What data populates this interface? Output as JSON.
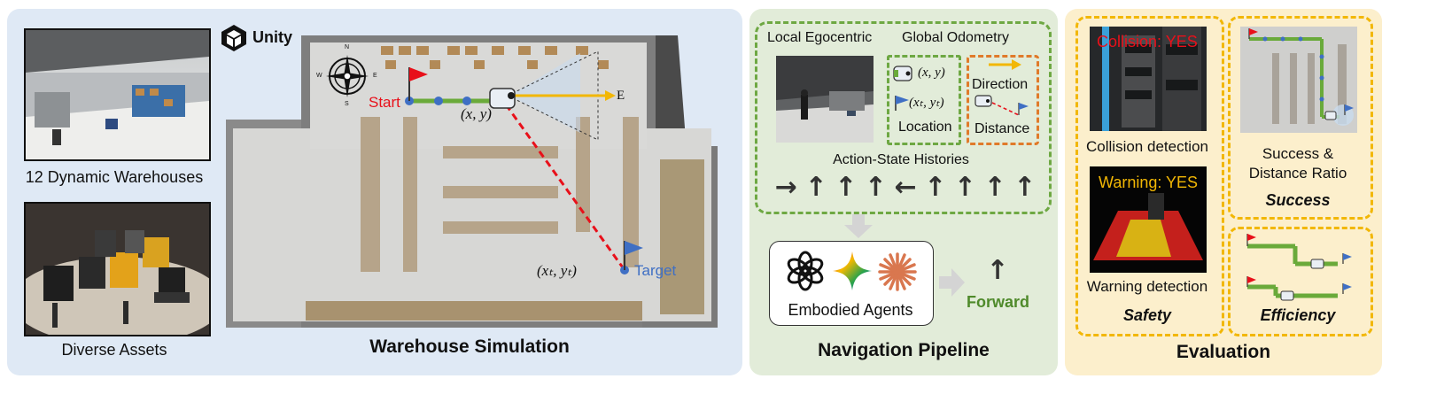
{
  "panels": {
    "simulation": {
      "bg": "#dfe9f5",
      "title": "Warehouse Simulation",
      "photo1_caption": "12 Dynamic Warehouses",
      "photo2_caption": "Diverse Assets",
      "unity_label": "Unity",
      "start_label": "Start",
      "target_label": "Target",
      "agent_pos_label": "(x, y)",
      "target_pos_label": "(xₜ, yₜ)",
      "east_label": "E",
      "compass": {
        "n": "N",
        "s": "S",
        "e": "E",
        "w": "W"
      }
    },
    "pipeline": {
      "bg": "#e2ecd9",
      "title": "Navigation Pipeline",
      "local_label": "Local Egocentric",
      "global_label": "Global Odometry",
      "agent_xy": "(x, y)",
      "target_xy": "(xₜ, yₜ)",
      "location_label": "Location",
      "direction_label": "Direction",
      "distance_label": "Distance",
      "histories_label": "Action-State Histories",
      "history_arrows": [
        "→",
        "↑",
        "↑",
        "↑",
        "←",
        "↑",
        "↑",
        "↑",
        "↑"
      ],
      "agents_label": "Embodied Agents",
      "forward_arrow": "↑",
      "forward_label": "Forward"
    },
    "evaluation": {
      "bg": "#fcefcc",
      "title": "Evaluation",
      "collision_overlay": "Collision: YES",
      "collision_caption": "Collision detection",
      "warning_overlay": "Warning: YES",
      "warning_caption": "Warning detection",
      "safety_label": "Safety",
      "success_caption_1": "Success &",
      "success_caption_2": "Distance Ratio",
      "success_label": "Success",
      "efficiency_label": "Efficiency"
    }
  },
  "colors": {
    "start_red": "#e8101a",
    "target_blue": "#3f6fc4",
    "path_green": "#6aaa3a",
    "arrow_yellow": "#f2b705",
    "forward_green": "#4f8a2b",
    "dash_orange": "#e07a2a"
  },
  "icons": {
    "unity": "unity-logo-icon",
    "openai": "openai-logo-icon",
    "gemini": "gemini-star-icon",
    "claude": "claude-burst-icon",
    "robot": "robot-icon",
    "flag": "flag-icon",
    "compass": "compass-icon"
  }
}
